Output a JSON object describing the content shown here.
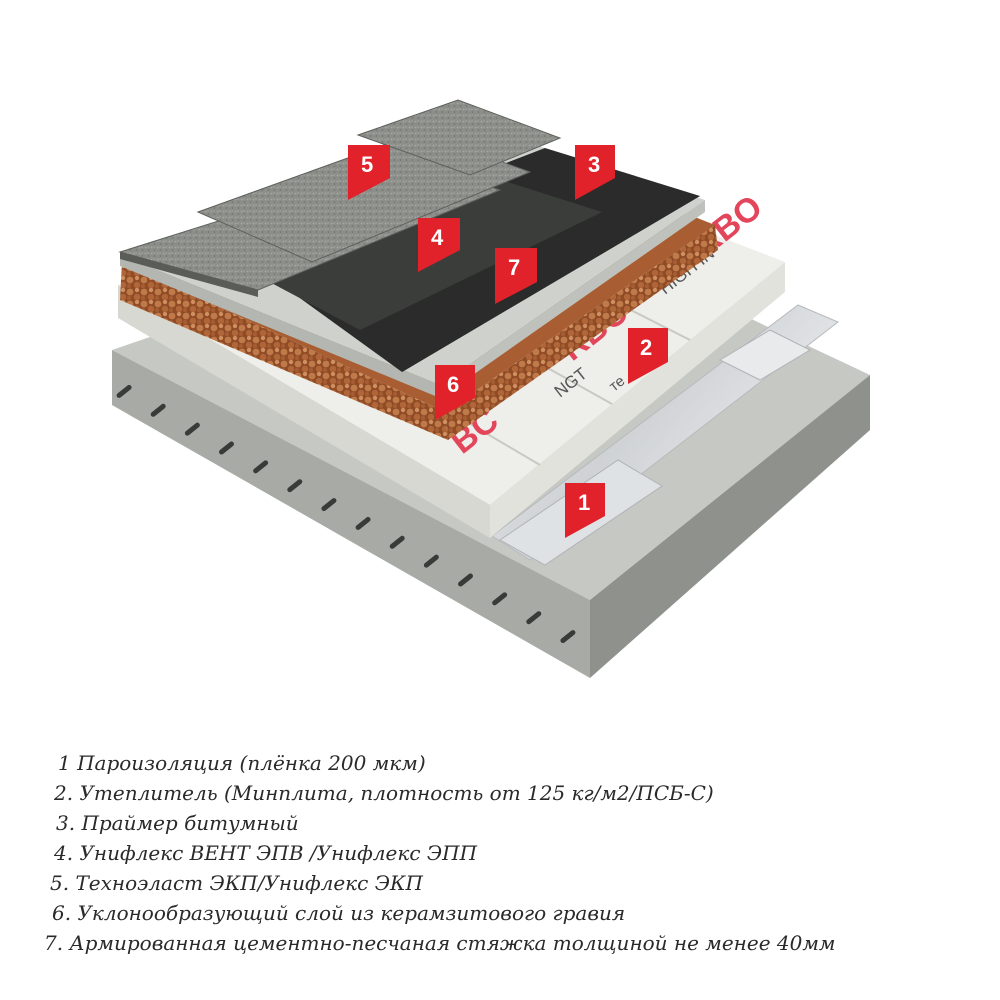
{
  "markers": [
    {
      "id": "1",
      "label": "1"
    },
    {
      "id": "2",
      "label": "2"
    },
    {
      "id": "3",
      "label": "3"
    },
    {
      "id": "4",
      "label": "4"
    },
    {
      "id": "5",
      "label": "5"
    },
    {
      "id": "6",
      "label": "6"
    },
    {
      "id": "7",
      "label": "7"
    }
  ],
  "insulation_print": {
    "brand_fragment_a": "RBO",
    "brand_fragment_b": "RBC",
    "brand_fragment_c": "BC",
    "slogan_fragment_a": "HIGH IN",
    "slogan_fragment_b": "NGT",
    "slogan_fragment_c": "те"
  },
  "legend": [
    "1 Пароизоляция (плёнка 200 мкм)",
    "2. Утеплитель (Минплита, плотность от 125 кг/м2/ПСБ-С)",
    "3.  Праймер битумный",
    "4.  Унифлекс ВЕНТ ЭПВ /Унифлекс ЭПП",
    "5.  Техноэласт ЭКП/Унифлекс ЭКП",
    "6. Уклонообразующий слой из керамзитового гравия",
    "7. Армированная цементно-песчаная стяжка толщиной не менее 40мм"
  ],
  "colors": {
    "marker": "#e1222a",
    "concrete": "#c6c8c4",
    "shingle": "#8a8c88",
    "membrane": "#3a3c3a",
    "gravel": "#b2683c",
    "insulation": "#eeeeea",
    "vapor_film": "#e6e8ea"
  }
}
